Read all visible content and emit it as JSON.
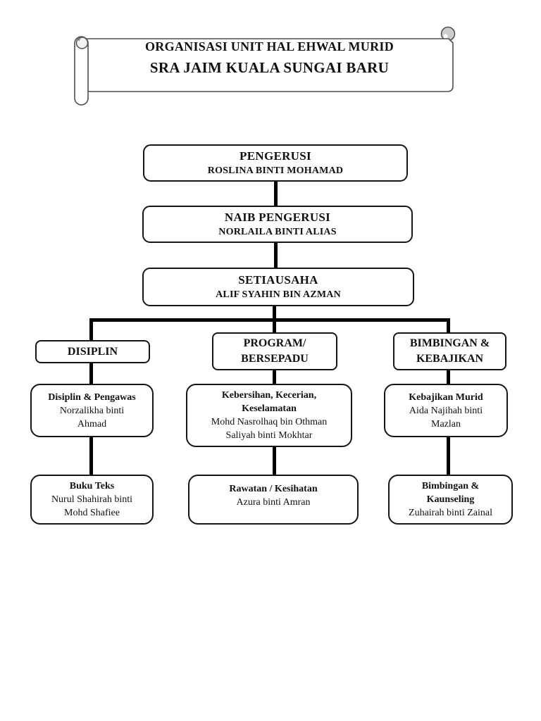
{
  "banner": {
    "line1": "ORGANISASI UNIT HAL EHWAL MURID",
    "line2": "SRA JAIM KUALA SUNGAI BARU"
  },
  "org": {
    "chain": [
      {
        "title": "PENGERUSI",
        "name": "ROSLINA BINTI MOHAMAD"
      },
      {
        "title": "NAIB PENGERUSI",
        "name": "NORLAILA BINTI ALIAS"
      },
      {
        "title": "SETIAUSAHA",
        "name": "ALIF SYAHIN BIN AZMAN"
      }
    ],
    "branches": [
      {
        "header": "DISIPLIN",
        "units": [
          {
            "title": "Disiplin & Pengawas",
            "names": "Norzalikha binti\nAhmad"
          },
          {
            "title": "Buku Teks",
            "names": "Nurul Shahirah binti\nMohd Shafiee"
          }
        ]
      },
      {
        "header": "PROGRAM/\nBERSEPADU",
        "units": [
          {
            "title": "Kebersihan, Kecerian,\nKeselamatan",
            "names": "Mohd Nasrolhaq bin Othman\nSaliyah binti Mokhtar"
          },
          {
            "title": "Rawatan / Kesihatan",
            "names": "Azura binti Amran"
          }
        ]
      },
      {
        "header": "BIMBINGAN &\nKEBAJIKAN",
        "units": [
          {
            "title": "Kebajikan Murid",
            "names": "Aida Najihah binti\nMazlan"
          },
          {
            "title": "Bimbingan &\nKaunseling",
            "names": "Zuhairah binti Zainal"
          }
        ]
      }
    ]
  },
  "colors": {
    "connector": "#000000",
    "box_border": "#161616",
    "scroll_outline": "#4f4f4f",
    "curl_fill": "#cccccc",
    "background": "#ffffff"
  }
}
